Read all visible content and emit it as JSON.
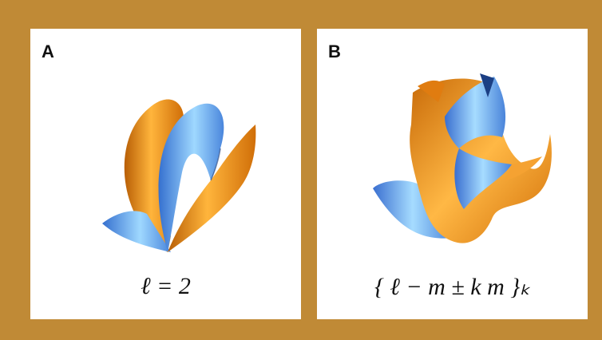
{
  "panels": [
    {
      "letter": "A",
      "caption": "ℓ = 2"
    },
    {
      "letter": "B",
      "caption": "{ ℓ − m ± k m }ₖ"
    }
  ],
  "colors": {
    "frame": "#c08a36",
    "panel": "#ffffff",
    "orange": "#f08c12",
    "blue": "#4f8fe6"
  }
}
